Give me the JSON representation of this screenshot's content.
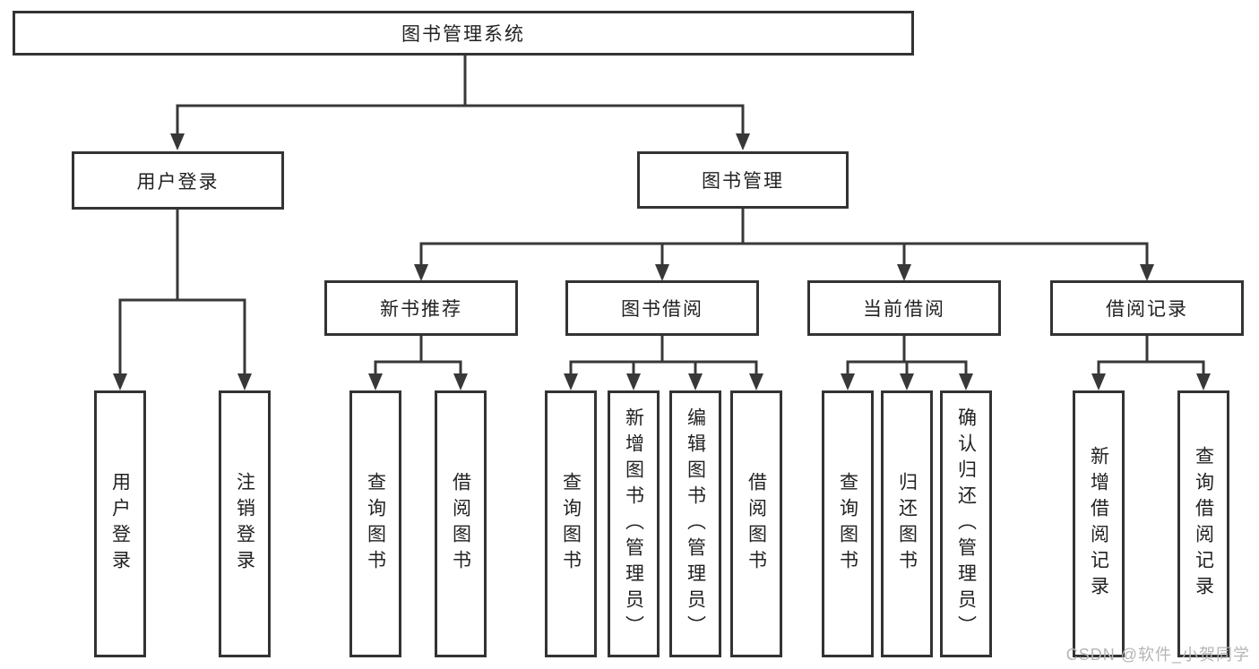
{
  "root": {
    "label": "图书管理系统"
  },
  "branches": {
    "user_login": {
      "label": "用户登录",
      "children": [
        "用户登录",
        "注销登录"
      ]
    },
    "book_mgmt": {
      "label": "图书管理"
    }
  },
  "modules": {
    "new_book": {
      "label": "新书推荐",
      "children": [
        "查询图书",
        "借阅图书"
      ]
    },
    "borrow": {
      "label": "图书借阅",
      "children": [
        "查询图书",
        "新增图书（管理员）",
        "编辑图书（管理员）",
        "借阅图书"
      ]
    },
    "current": {
      "label": "当前借阅",
      "children": [
        "查询图书",
        "归还图书",
        "确认归还（管理员）"
      ]
    },
    "record": {
      "label": "借阅记录",
      "children": [
        "新增借阅记录",
        "查询借阅记录"
      ]
    }
  },
  "watermark": "CSDN @软件_小贺同学",
  "colors": {
    "line": "#383838",
    "border": "#333333",
    "text": "#222222",
    "background": "#ffffff",
    "watermark": "#b5b5b5"
  }
}
